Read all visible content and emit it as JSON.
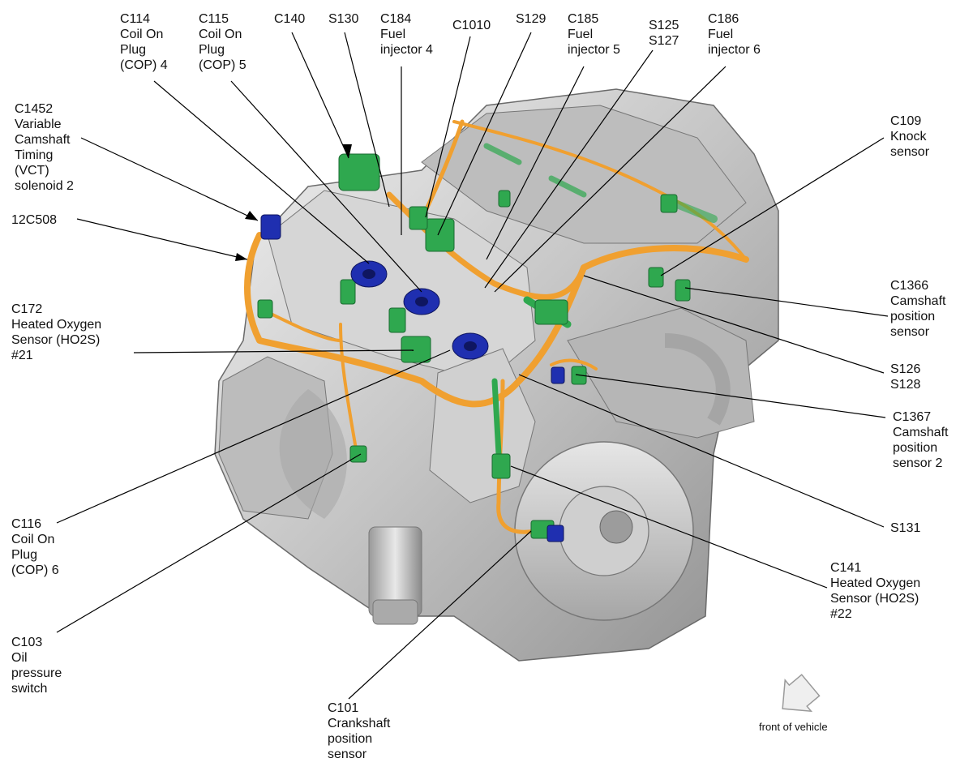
{
  "labels": {
    "c114": [
      "C114",
      "Coil On",
      "Plug",
      "(COP) 4"
    ],
    "c115": [
      "C115",
      "Coil On",
      "Plug",
      "(COP) 5"
    ],
    "c140": [
      "C140"
    ],
    "s130": [
      "S130"
    ],
    "c184": [
      "C184",
      "Fuel",
      "injector 4"
    ],
    "c1010": [
      "C1010"
    ],
    "s129": [
      "S129"
    ],
    "c185": [
      "C185",
      "Fuel",
      "injector 5"
    ],
    "s125": [
      "S125",
      "S127"
    ],
    "c186": [
      "C186",
      "Fuel",
      "injector 6"
    ],
    "c1452": [
      "C1452",
      "Variable",
      "Camshaft",
      "Timing",
      "(VCT)",
      "solenoid 2"
    ],
    "c12508": [
      "12C508"
    ],
    "c172": [
      "C172",
      "Heated Oxygen",
      "Sensor (HO2S)",
      "#21"
    ],
    "c116": [
      "C116",
      "Coil On",
      "Plug",
      "(COP) 6"
    ],
    "c103": [
      "C103",
      "Oil",
      "pressure",
      "switch"
    ],
    "c101": [
      "C101",
      "Crankshaft",
      "position",
      "sensor"
    ],
    "c109": [
      "C109",
      "Knock",
      "sensor"
    ],
    "c1366": [
      "C1366",
      "Camshaft",
      "position",
      "sensor"
    ],
    "s126": [
      "S126",
      "S128"
    ],
    "c1367": [
      "C1367",
      "Camshaft",
      "position",
      "sensor 2"
    ],
    "s131": [
      "S131"
    ],
    "c141": [
      "C141",
      "Heated Oxygen",
      "Sensor (HO2S)",
      "#22"
    ]
  },
  "footer": {
    "front_label": "front of vehicle"
  },
  "colors": {
    "harness": "#f0a030",
    "connector_green": "#2fa84f",
    "connector_blue": "#1f2fb0",
    "engine": "#c8c8c8"
  }
}
